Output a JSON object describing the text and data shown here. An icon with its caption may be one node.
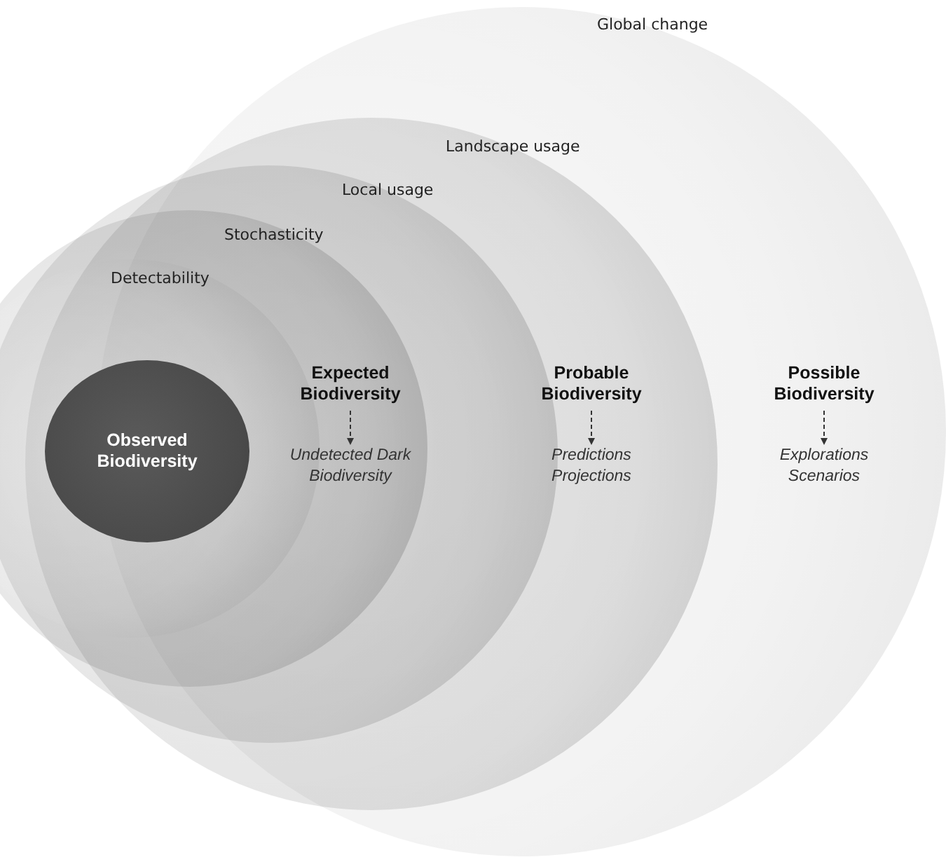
{
  "diagram": {
    "nodes": [
      {
        "text": [
          "Global change"
        ]
      },
      {
        "text": [
          "Landscape usage"
        ],
        "in": 0
      },
      {
        "text": [
          "Local usage"
        ],
        "in": 1
      },
      {
        "text": [
          "Stochasticity"
        ],
        "in": 2
      },
      {
        "text": [
          "Detectability"
        ],
        "in": 3
      },
      {
        "text": [
          "Observed Biodiversity"
        ],
        "in": 4
      },
      {
        "text": [
          "Expected Biodiversity"
        ],
        "in": 3
      },
      {
        "text": [
          "Undetected Dark Biodiversity"
        ],
        "in": 3
      },
      {
        "text": [
          "Probable Biodiversity"
        ],
        "in": 1
      },
      {
        "text": [
          "Predictions Projections"
        ],
        "in": 1
      },
      {
        "text": [
          "Possible Biodiversity"
        ],
        "in": 0
      },
      {
        "text": [
          "Explorations Scenarios"
        ],
        "in": 0
      }
    ],
    "edges": [
      {
        "from": 6,
        "to": 7,
        "arrow": "to",
        "style": "dashed"
      },
      {
        "from": 8,
        "to": 9,
        "arrow": "to",
        "style": "dashed"
      },
      {
        "from": 10,
        "to": 11,
        "arrow": "to",
        "style": "dashed"
      }
    ]
  }
}
